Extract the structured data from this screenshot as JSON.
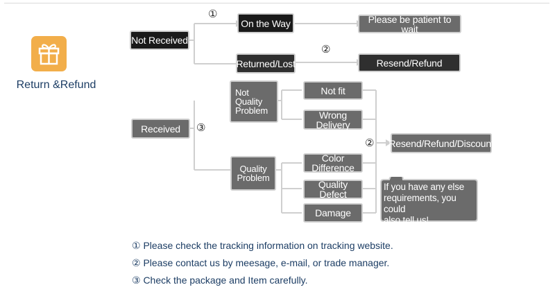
{
  "section_title": "Return &Refund",
  "icon": "gift-icon",
  "colors": {
    "box_gray": "#6b6b6b",
    "box_dark": "#2f2f2f",
    "accent_orange": "#f2ae4a",
    "note_text": "#1c3d64"
  },
  "diagram": {
    "nodes": {
      "not_received": "Not Received",
      "on_the_way": "On the Way",
      "returned_lost": "Returned/Lost",
      "patient": "Please be patient to wait",
      "resend_refund": "Resend/Refund",
      "received": "Received",
      "not_quality_1": "Not",
      "not_quality_2": "Quality",
      "not_quality_3": "Problem",
      "not_fit": "Not fit",
      "wrong_delivery": "Wrong Delivery",
      "quality_1": "Quality",
      "quality_2": "Problem",
      "color_diff": "Color Difference",
      "quality_defect": "Quality Defect",
      "damage": "Damage",
      "resend_refund_discount": "Resend/Refund/Discount"
    },
    "markers": {
      "m1": "①",
      "m2a": "②",
      "m2b": "②",
      "m3": "③"
    },
    "bubble": {
      "line1": "If you have any else",
      "line2": "requirements, you could",
      "line3": "also tell us!"
    }
  },
  "notes": [
    "① Please check the tracking information on tracking website.",
    "② Please contact us by meesage, e-mail, or trade manager.",
    "③ Check the package and Item carefully."
  ]
}
